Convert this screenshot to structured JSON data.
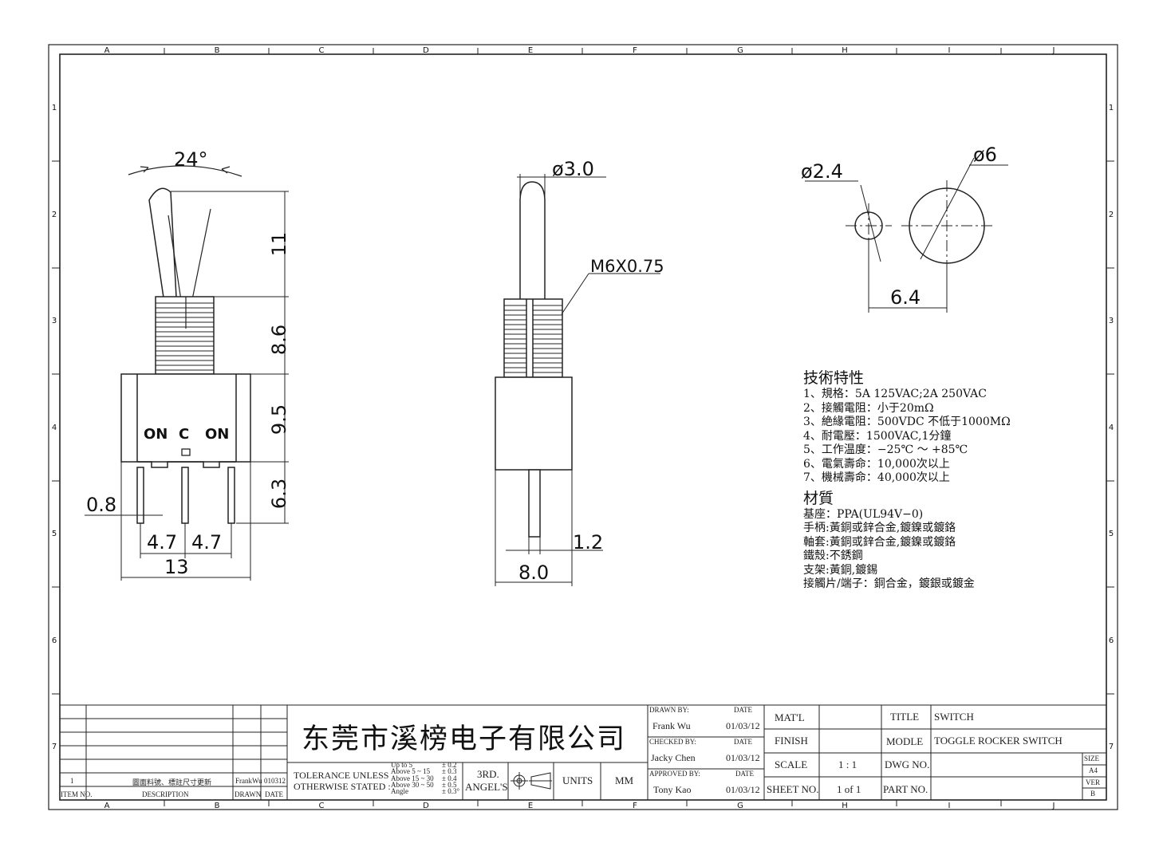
{
  "grid": {
    "columns": [
      "A",
      "B",
      "C",
      "D",
      "E",
      "F",
      "G",
      "H",
      "I",
      "J"
    ],
    "rows": [
      "1",
      "2",
      "3",
      "4",
      "5",
      "6",
      "7"
    ]
  },
  "front_view": {
    "angle": "24°",
    "dim_lever_height": "11",
    "dim_bushing_height": "8.6",
    "dim_body_height": "9.5",
    "dim_pin_length": "6.3",
    "dim_pin_width": "0.8",
    "dim_pitch_left": "4.7",
    "dim_pitch_right": "4.7",
    "dim_body_width": "13",
    "label_on_left": "ON",
    "label_center": "C",
    "label_on_right": "ON"
  },
  "side_view": {
    "dim_lever_dia": "ø3.0",
    "thread_spec": "M6X0.75",
    "dim_pin_thickness": "1.2",
    "dim_body_width": "8.0"
  },
  "panel_cutout": {
    "dim_small_hole": "ø2.4",
    "dim_large_hole": "ø6",
    "dim_spacing": "6.4"
  },
  "specs": {
    "title": "技術特性",
    "items": [
      "1、規格：5A 125VAC;2A 250VAC",
      "2、接觸電阻：小于20mΩ",
      "3、絶緣電阻：500VDC 不低于1000MΩ",
      "4、耐電壓：1500VAC,1分鐘",
      "5、工作温度：−25℃ ～ +85℃",
      "6、電氣壽命：10,000次以上",
      "7、機械壽命：40,000次以上"
    ],
    "materials_title": "材質",
    "materials": [
      "基座：PPA(UL94V−0)",
      "手柄:黃銅或鋅合金,鍍鎳或鍍鉻",
      "軸套:黃銅或鋅合金,鍍鎳或鍍鉻",
      "鐵殼:不銹鋼",
      "支架:黃銅,鍍錫",
      "接觸片/端子：銅合金，鍍銀或鍍金"
    ]
  },
  "title_block": {
    "company": "东莞市溪榜电子有限公司",
    "revision": {
      "item_no": "1",
      "description": "圖面料號、標註尺寸更新",
      "drawn": "FrankWu",
      "date": "010312"
    },
    "rev_headers": {
      "item_no": "ITEM NO.",
      "description": "DESCRIPTION",
      "drawn": "DRAWN",
      "date": "DATE"
    },
    "tolerance_label_1": "TOLERANCE UNLESS",
    "tolerance_label_2": "OTHERWISE STATED :",
    "tolerances": [
      {
        "range": "Up  to  5",
        "value": "± 0.2"
      },
      {
        "range": "Above 5   ~ 15",
        "value": "± 0.3"
      },
      {
        "range": "Above 15 ~ 30",
        "value": "± 0.4"
      },
      {
        "range": "Above 30 ~ 50",
        "value": "± 0.5"
      },
      {
        "range": "Angle",
        "value": "± 0.3°"
      }
    ],
    "projection_1": "3RD.",
    "projection_2": "ANGEL'S",
    "units_label": "UNITS",
    "units_value": "MM",
    "drawn_by_label": "DRAWN BY:",
    "drawn_by": "Frank Wu",
    "drawn_date_label": "DATE",
    "drawn_date": "01/03/12",
    "checked_by_label": "CHECKED BY:",
    "checked_by": "Jacky Chen",
    "checked_date_label": "DATE",
    "checked_date": "01/03/12",
    "approved_by_label": "APPROVED BY:",
    "approved_by": "Tony Kao",
    "approved_date_label": "DATE",
    "approved_date": "01/03/12",
    "matl_label": "MAT'L",
    "finish_label": "FINISH",
    "scale_label": "SCALE",
    "scale_value": "1 : 1",
    "sheet_label": "SHEET NO.",
    "sheet_value": "1 of 1",
    "title_label": "TITLE",
    "title_value": "SWITCH",
    "model_label": "MODLE",
    "model_value": "TOGGLE ROCKER SWITCH",
    "dwg_label": "DWG NO.",
    "part_label": "PART NO.",
    "size_label": "SIZE",
    "size_value": "A4",
    "ver_label": "VER",
    "ver_value": "B"
  }
}
